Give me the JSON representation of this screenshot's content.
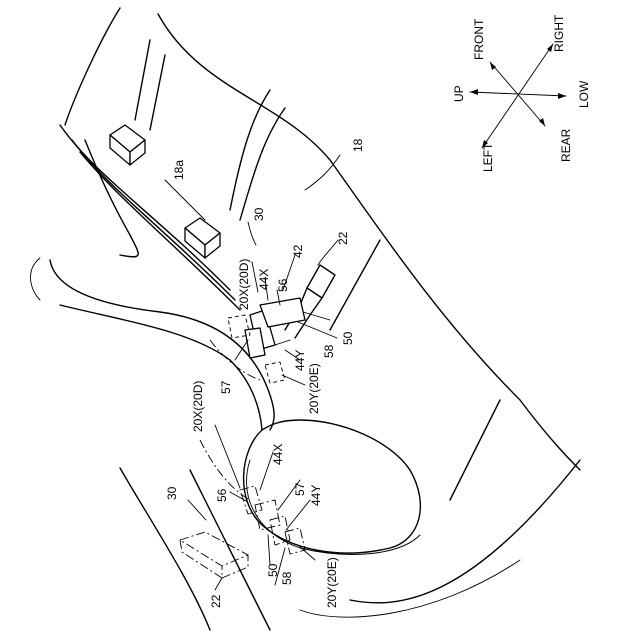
{
  "figure": {
    "compass": {
      "front": "FRONT",
      "right": "RIGHT",
      "up": "UP",
      "low": "LOW",
      "left": "LEFT",
      "rear": "REAR"
    },
    "labels": {
      "ref_18": "18",
      "ref_18a": "18a",
      "ref_30_top": "30",
      "ref_22_top": "22",
      "ref_42": "42",
      "ref_20x_top": "20X(20D)",
      "ref_44x_top": "44X",
      "ref_56_top": "56",
      "ref_50_top": "50",
      "ref_58_top": "58",
      "ref_44y_top": "44Y",
      "ref_20y_top": "20Y(20E)",
      "ref_57_top": "57",
      "ref_20x_bottom": "20X(20D)",
      "ref_44x_bottom": "44X",
      "ref_30_bottom": "30",
      "ref_56_bottom": "56",
      "ref_57_bottom": "57",
      "ref_44y_bottom": "44Y",
      "ref_50_bottom": "50",
      "ref_58_bottom": "58",
      "ref_20y_bottom": "20Y(20E)",
      "ref_22_bottom": "22"
    }
  }
}
